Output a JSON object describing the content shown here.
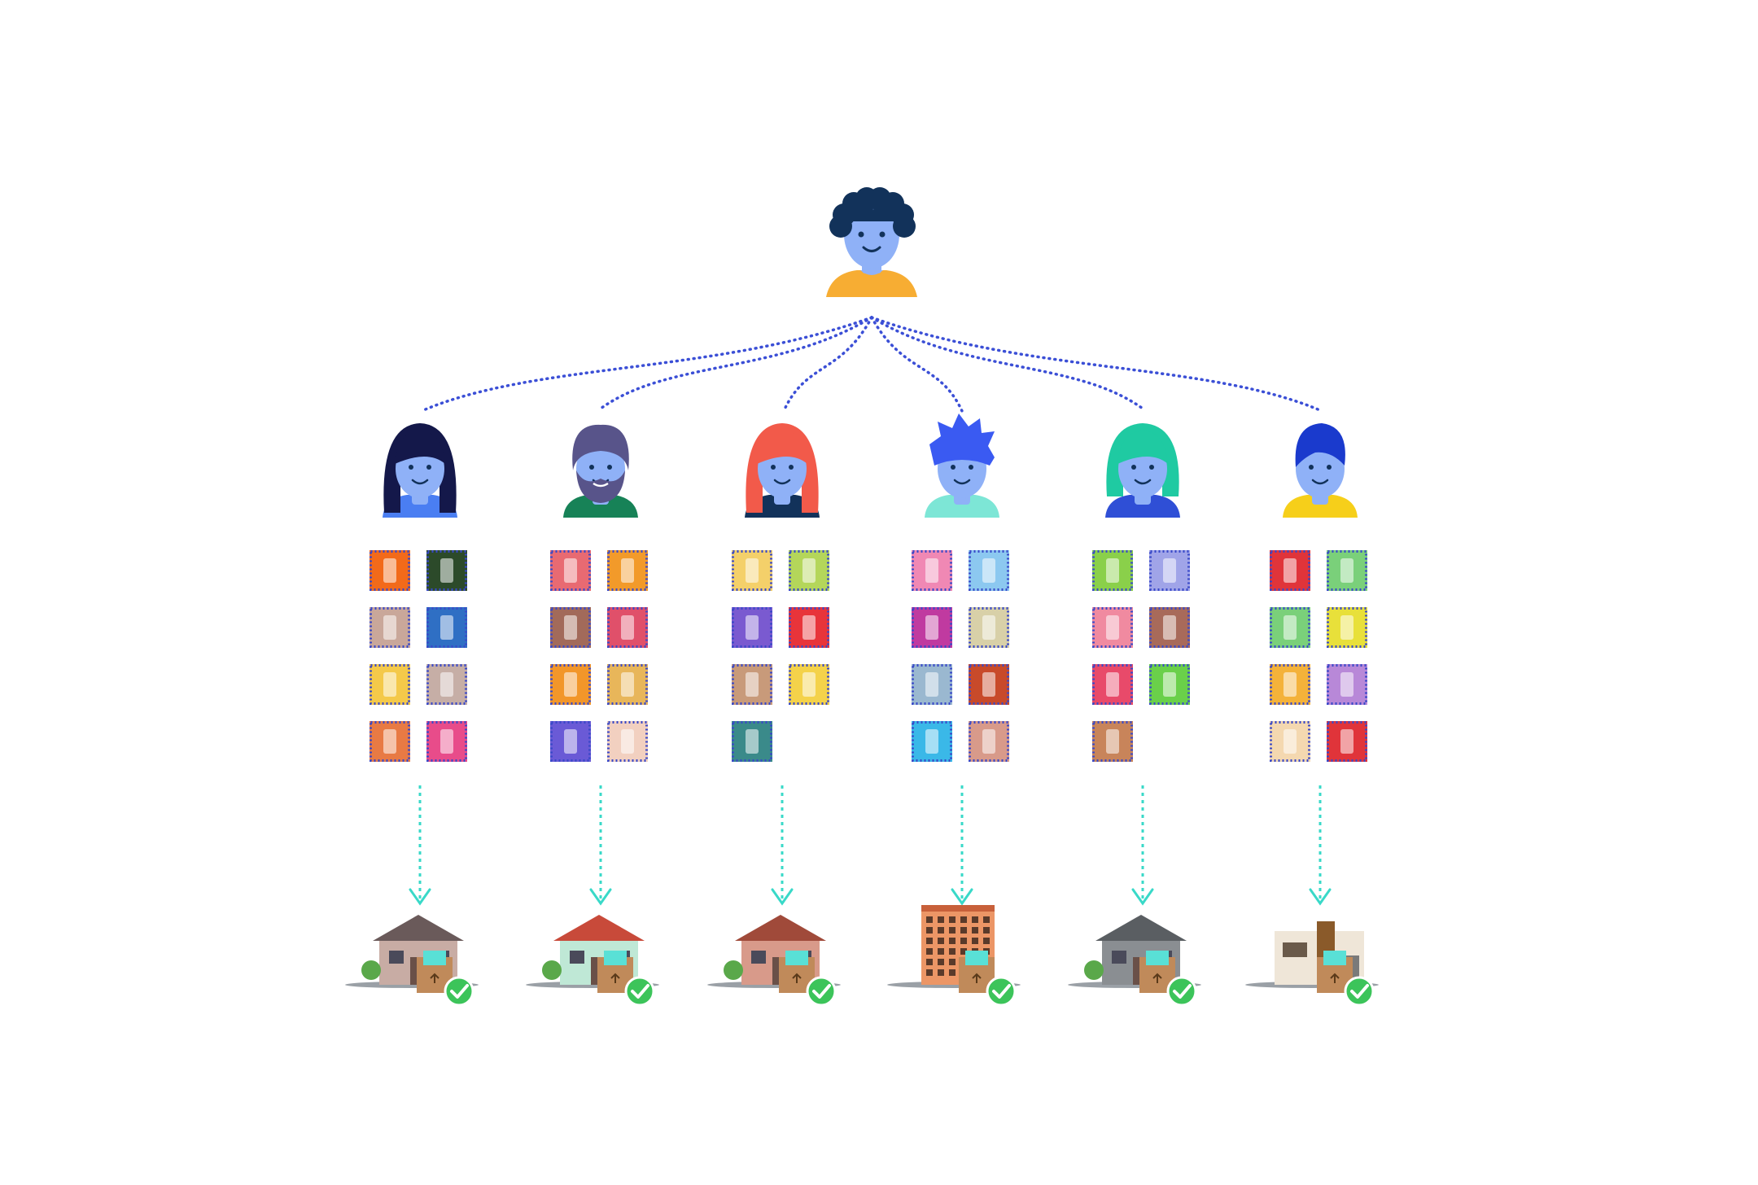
{
  "diagram": {
    "organizer": {
      "hair": "#12325a",
      "skin": "#8fb1f7",
      "shirt": "#f7ad33"
    },
    "connector_color": "#3b4fd6",
    "arrow_color": "#39d9c8",
    "stamp_border_color": "#3848c8",
    "check_color": "#3cc45a",
    "participants": [
      {
        "hair": "#14184a",
        "hair_style": "long",
        "shirt": "#4a7ef2",
        "items": [
          "#f26a1a",
          "#2c4a2a",
          "#c9a79a",
          "#2f6fc4",
          "#f4c94a",
          "#c6aea6",
          "#e87a44",
          "#e84c8a"
        ],
        "house": "suburban-house-icon"
      },
      {
        "hair": "#58548a",
        "hair_style": "bearded",
        "shirt": "#178257",
        "items": [
          "#e86a72",
          "#f29a2a",
          "#a26a5a",
          "#e0506a",
          "#f2962a",
          "#e8b65a",
          "#6a5ad6",
          "#f2d0c0"
        ],
        "house": "cottage-icon"
      },
      {
        "hair": "#f25a4a",
        "hair_style": "long",
        "shirt": "#12325a",
        "items": [
          "#f4d06a",
          "#b4d65a",
          "#7a5ad0",
          "#e8343a",
          "#c89a7a",
          "#f4d24a",
          "#3a8a8a"
        ],
        "house": "two-story-house-icon"
      },
      {
        "hair": "#3a5af2",
        "hair_style": "spiky",
        "shirt": "#7de6d6",
        "items": [
          "#f088b4",
          "#8cc8f0",
          "#c03aa0",
          "#d8d0a8",
          "#9ab8d0",
          "#c84a2a",
          "#3ab8e8",
          "#d89a8a"
        ],
        "house": "apartment-building-icon"
      },
      {
        "hair": "#1fcaa2",
        "hair_style": "bob",
        "shirt": "#2f4fd6",
        "items": [
          "#8ad04a",
          "#a0a4e8",
          "#f08aa0",
          "#a86a5a",
          "#e84a6a",
          "#6ad04a",
          "#c8845a"
        ],
        "house": "gray-house-icon"
      },
      {
        "hair": "#1a3acd",
        "hair_style": "short",
        "shirt": "#f6cf1a",
        "items": [
          "#e0343a",
          "#7ad07a",
          "#7ad07a",
          "#e8e03a",
          "#f4b23a",
          "#b888d8",
          "#f4d8b0",
          "#e0343a"
        ],
        "house": "modern-house-icon"
      }
    ]
  }
}
